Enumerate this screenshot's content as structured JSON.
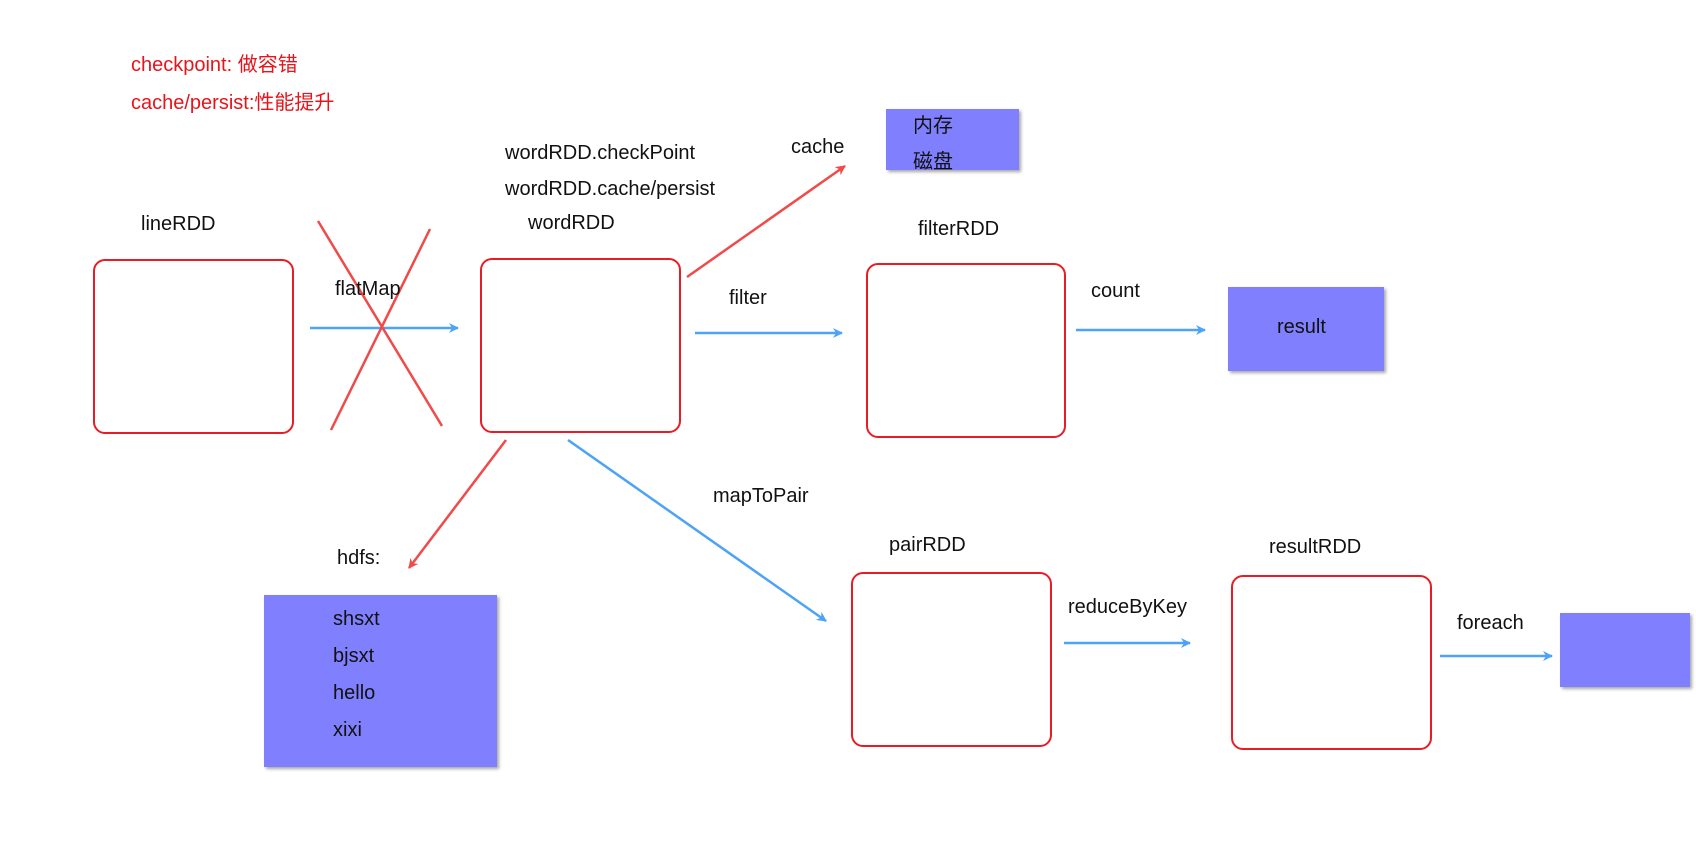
{
  "notes": {
    "checkpoint": "checkpoint: 做容错",
    "cache": "cache/persist:性能提升"
  },
  "nodes": {
    "line_rdd": "lineRDD",
    "word_rdd": "wordRDD",
    "word_rdd_checkpoint": "wordRDD.checkPoint",
    "word_rdd_cache": "wordRDD.cache/persist",
    "filter_rdd": "filterRDD",
    "pair_rdd": "pairRDD",
    "result_rdd": "resultRDD"
  },
  "edges": {
    "flatmap": "flatMap",
    "filter": "filter",
    "count": "count",
    "cache": "cache",
    "map_to_pair": "mapToPair",
    "reduce_by_key": "reduceByKey",
    "foreach": "foreach",
    "hdfs": "hdfs:"
  },
  "storage": {
    "memory": "内存",
    "disk": "磁盘"
  },
  "result": "result",
  "hdfs_items": [
    "shsxt",
    "bjsxt",
    "hello",
    "xixi"
  ],
  "colors": {
    "rdd_border": "#e81c24",
    "arrow_blue": "#4da3f5",
    "arrow_red": "#f04a4a",
    "storage_fill": "#8080ff",
    "note_text": "#e8141b"
  }
}
